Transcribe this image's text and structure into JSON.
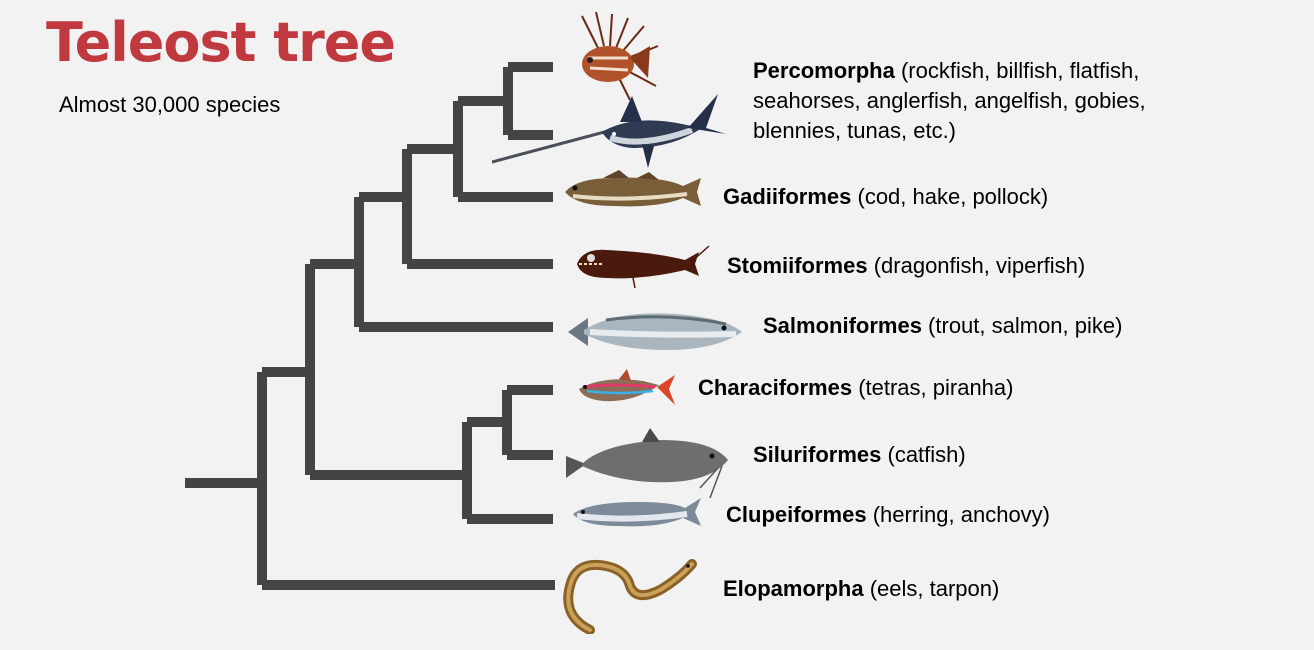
{
  "title": "Teleost tree",
  "subtitle": "Almost 30,000 species",
  "accent_color": "#c0393f",
  "branch_color": "#444444",
  "clades": [
    {
      "name": "Percomorpha",
      "examples_line1": " (rockfish, billfish, flatfish,",
      "examples_line2": "seahorses, anglerfish, angelfish, gobies,",
      "examples_line3": "blennies, tunas, etc.)",
      "icons": [
        "lionfish-icon",
        "swordfish-icon"
      ]
    },
    {
      "name": "Gadiiformes",
      "examples": " (cod, hake, pollock)",
      "icon": "cod-icon"
    },
    {
      "name": "Stomiiformes",
      "examples": " (dragonfish, viperfish)",
      "icon": "dragonfish-icon"
    },
    {
      "name": "Salmoniformes",
      "examples": " (trout, salmon, pike)",
      "icon": "salmon-icon"
    },
    {
      "name": "Characiformes",
      "examples": " (tetras, piranha)",
      "icon": "tetra-icon"
    },
    {
      "name": "Siluriformes",
      "examples": " (catfish)",
      "icon": "catfish-icon"
    },
    {
      "name": "Clupeiformes",
      "examples": " (herring, anchovy)",
      "icon": "herring-icon"
    },
    {
      "name": "Elopamorpha",
      "examples": " (eels, tarpon)",
      "icon": "eel-icon"
    }
  ]
}
